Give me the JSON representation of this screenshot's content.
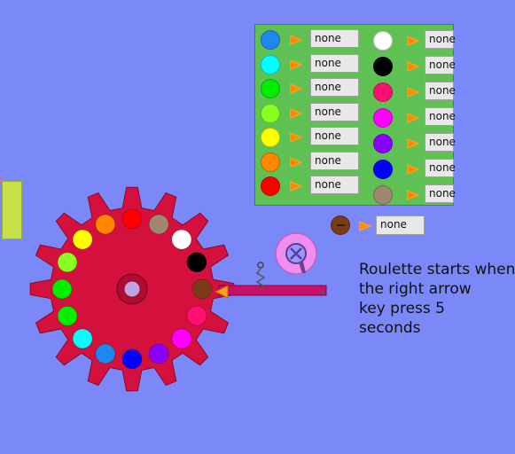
{
  "legend_left": [
    {
      "color": "#1e88f0",
      "value": "none"
    },
    {
      "color": "#00ffff",
      "value": "none"
    },
    {
      "color": "#00ee00",
      "value": "none"
    },
    {
      "color": "#88ff20",
      "value": "none"
    },
    {
      "color": "#ffff00",
      "value": "none"
    },
    {
      "color": "#ff8800",
      "value": "none"
    },
    {
      "color": "#ff0000",
      "value": "none"
    }
  ],
  "legend_right": [
    {
      "color": "#ffffff",
      "value": "none"
    },
    {
      "color": "#000000",
      "value": "none"
    },
    {
      "color": "#ff1070",
      "value": "none"
    },
    {
      "color": "#ff00ff",
      "value": "none"
    },
    {
      "color": "#8800ff",
      "value": "none"
    },
    {
      "color": "#0000ff",
      "value": "none"
    },
    {
      "color": "#a08870",
      "value": "none"
    }
  ],
  "extra": {
    "color": "#7a3c16",
    "value": "none"
  },
  "wheel_colors": [
    "#ff0000",
    "#a08870",
    "#ffffff",
    "#000000",
    "#7a3c16",
    "#ff1070",
    "#ff00ff",
    "#8800ff",
    "#0000ff",
    "#1e88f0",
    "#00ffff",
    "#00ee00",
    "#00ee00",
    "#88ff20",
    "#ffff00",
    "#ff8800"
  ],
  "gear_color": "#d4103c",
  "lever_color": "#c8106a",
  "message": "Roulette starts when\nthe right arrow\nkey press 5\nseconds"
}
